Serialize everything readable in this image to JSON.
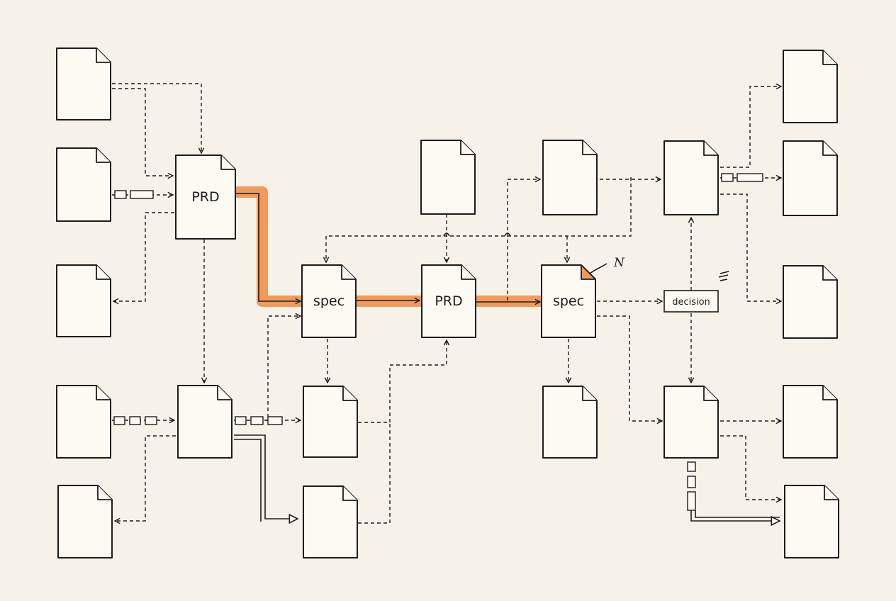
{
  "labels": {
    "prd_1": "PRD",
    "spec_1": "spec",
    "prd_2": "PRD",
    "spec_2": "spec",
    "decision": "decision",
    "annotation": "N"
  },
  "colors": {
    "background": "#f6f2e9",
    "highlight": "#f29a5a",
    "ink": "#1c1c1c"
  }
}
